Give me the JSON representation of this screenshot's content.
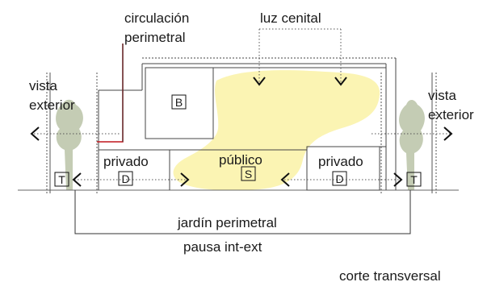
{
  "labels": {
    "circulation_line1": "circulación",
    "circulation_line2": "perimetral",
    "light": "luz cenital",
    "view_left_line1": "vista",
    "view_left_line2": "exterior",
    "view_right_line1": "vista",
    "view_right_line2": "exterior",
    "private_left": "privado",
    "public": "público",
    "private_right": "privado",
    "garden": "jardín perimetral",
    "pause": "pausa int-ext",
    "section": "corte  transversal"
  },
  "room_tags": {
    "b": "B",
    "s": "S",
    "d_left": "D",
    "d_right": "D",
    "t_left": "T",
    "t_right": "T"
  },
  "colors": {
    "light_zone": "#fbf4b3",
    "tree": "#c4ccb4",
    "circulation": "#c0171c",
    "line": "#333333",
    "dotted": "#555555"
  }
}
